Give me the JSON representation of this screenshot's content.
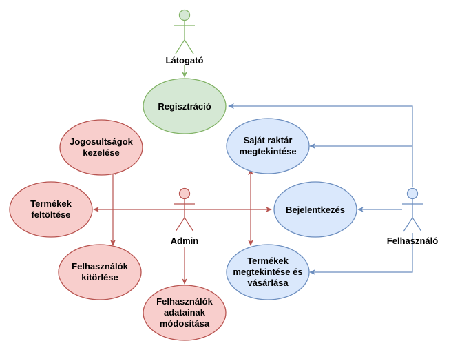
{
  "actors": {
    "visitor": {
      "label": "Látogató",
      "color": "#d5e8d4",
      "stroke": "#82b366"
    },
    "admin": {
      "label": "Admin",
      "color": "#f8cecc",
      "stroke": "#b85450"
    },
    "user": {
      "label": "Felhasználó",
      "color": "#dae8fc",
      "stroke": "#6c8ebf"
    }
  },
  "use_cases": {
    "registration": {
      "lines": [
        "Regisztráció"
      ]
    },
    "permissions": {
      "lines": [
        "Jogosultságok",
        "kezelése"
      ]
    },
    "upload_products": {
      "lines": [
        "Termékek",
        "feltöltése"
      ]
    },
    "delete_users": {
      "lines": [
        "Felhasználók",
        "kitörlése"
      ]
    },
    "modify_user_data": {
      "lines": [
        "Felhasználók",
        "adatainak",
        "módosítása"
      ]
    },
    "own_stock": {
      "lines": [
        "Saját raktár",
        "megtekintése"
      ]
    },
    "login": {
      "lines": [
        "Bejelentkezés"
      ]
    },
    "browse_buy": {
      "lines": [
        "Termékek",
        "megtekintése és",
        "vásárlása"
      ]
    }
  }
}
